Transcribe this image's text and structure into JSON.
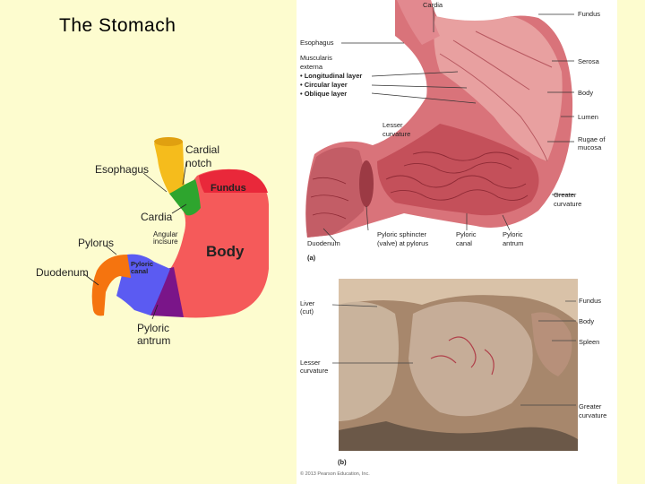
{
  "slide": {
    "title": "The Stomach"
  },
  "left_diagram": {
    "labels": {
      "esophagus": "Esophagus",
      "cardial_notch_1": "Cardial",
      "cardial_notch_2": "notch",
      "fundus": "Fundus",
      "cardia": "Cardia",
      "angular_1": "Angular",
      "angular_2": "incisure",
      "pylorus": "Pylorus",
      "body": "Body",
      "pyloric_canal_1": "Pyloric",
      "pyloric_canal_2": "canal",
      "duodenum": "Duodenum",
      "pyloric_antrum_1": "Pyloric",
      "pyloric_antrum_2": "antrum"
    },
    "colors": {
      "esophagus": "#f5bc1c",
      "cardia": "#2ea52e",
      "fundus_body": "#f55a5a",
      "fundus_top": "#e9283a",
      "pyloric_canal": "#5b5bf2",
      "pyloric_antrum": "#7a1589",
      "duodenum": "#f5740f"
    }
  },
  "figure_a": {
    "panel_label": "(a)",
    "labels_left": {
      "esophagus": "Esophagus",
      "muscularis_1": "Muscularis",
      "muscularis_2": "externa",
      "longitudinal": "• Longitudinal layer",
      "circular": "• Circular layer",
      "oblique": "• Oblique layer",
      "lesser_1": "Lesser",
      "lesser_2": "curvature",
      "duodenum": "Duodenum"
    },
    "labels_top": {
      "cardia": "Cardia"
    },
    "labels_right": {
      "fundus": "Fundus",
      "serosa": "Serosa",
      "body": "Body",
      "lumen": "Lumen",
      "rugae_1": "Rugae of",
      "rugae_2": "mucosa",
      "greater_1": "Greater",
      "greater_2": "curvature"
    },
    "labels_bottom": {
      "sphincter_1": "Pyloric sphincter",
      "sphincter_2": "(valve) at pylorus",
      "canal_1": "Pyloric",
      "canal_2": "canal",
      "antrum_1": "Pyloric",
      "antrum_2": "antrum"
    }
  },
  "figure_b": {
    "panel_label": "(b)",
    "labels_left": {
      "liver_1": "Liver",
      "liver_2": "(cut)",
      "lesser_1": "Lesser",
      "lesser_2": "curvature"
    },
    "labels_right": {
      "fundus": "Fundus",
      "body": "Body",
      "spleen": "Spleen",
      "greater_1": "Greater",
      "greater_2": "curvature"
    },
    "copyright": "© 2013 Pearson Education, Inc."
  }
}
